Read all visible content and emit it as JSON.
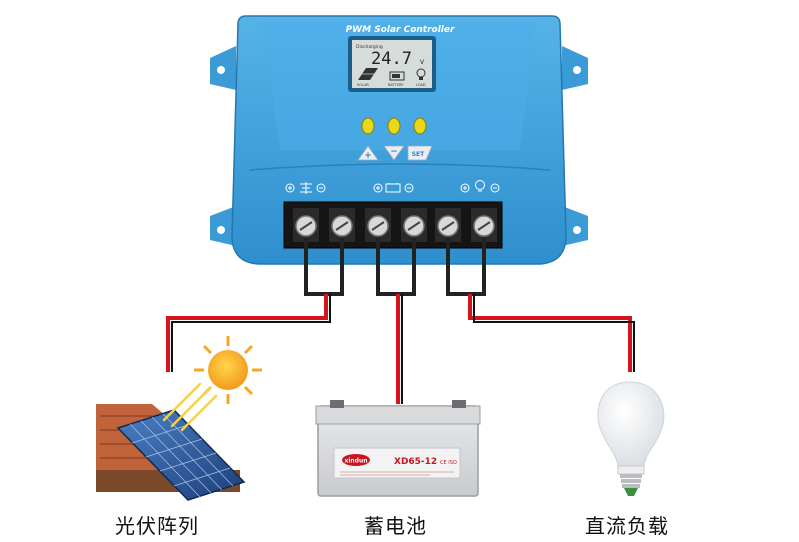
{
  "controller": {
    "title": "PWM Solar Controller",
    "lcd": {
      "voltage": "24.7",
      "unit": "V",
      "status_text": "Discharging",
      "labels": [
        "SOLAR",
        "BATTERY",
        "LOAD"
      ]
    },
    "buttons": {
      "up": "+",
      "down": "−",
      "set": "SET"
    },
    "terminal_groups": [
      "solar",
      "battery",
      "load"
    ]
  },
  "labels": {
    "solar": "光伏阵列",
    "battery": "蓄电池",
    "load": "直流负载"
  },
  "battery": {
    "brand": "xindun",
    "model": "XD65-12",
    "cert": "CE ISO"
  },
  "colors": {
    "controller_body": "#3fa2dc",
    "controller_dark": "#2a86c2",
    "lcd": "#d6dcd9",
    "led": "#e8d71a",
    "wire_red": "#d7141e",
    "wire_black": "#222222",
    "sun": "#f5a623"
  }
}
